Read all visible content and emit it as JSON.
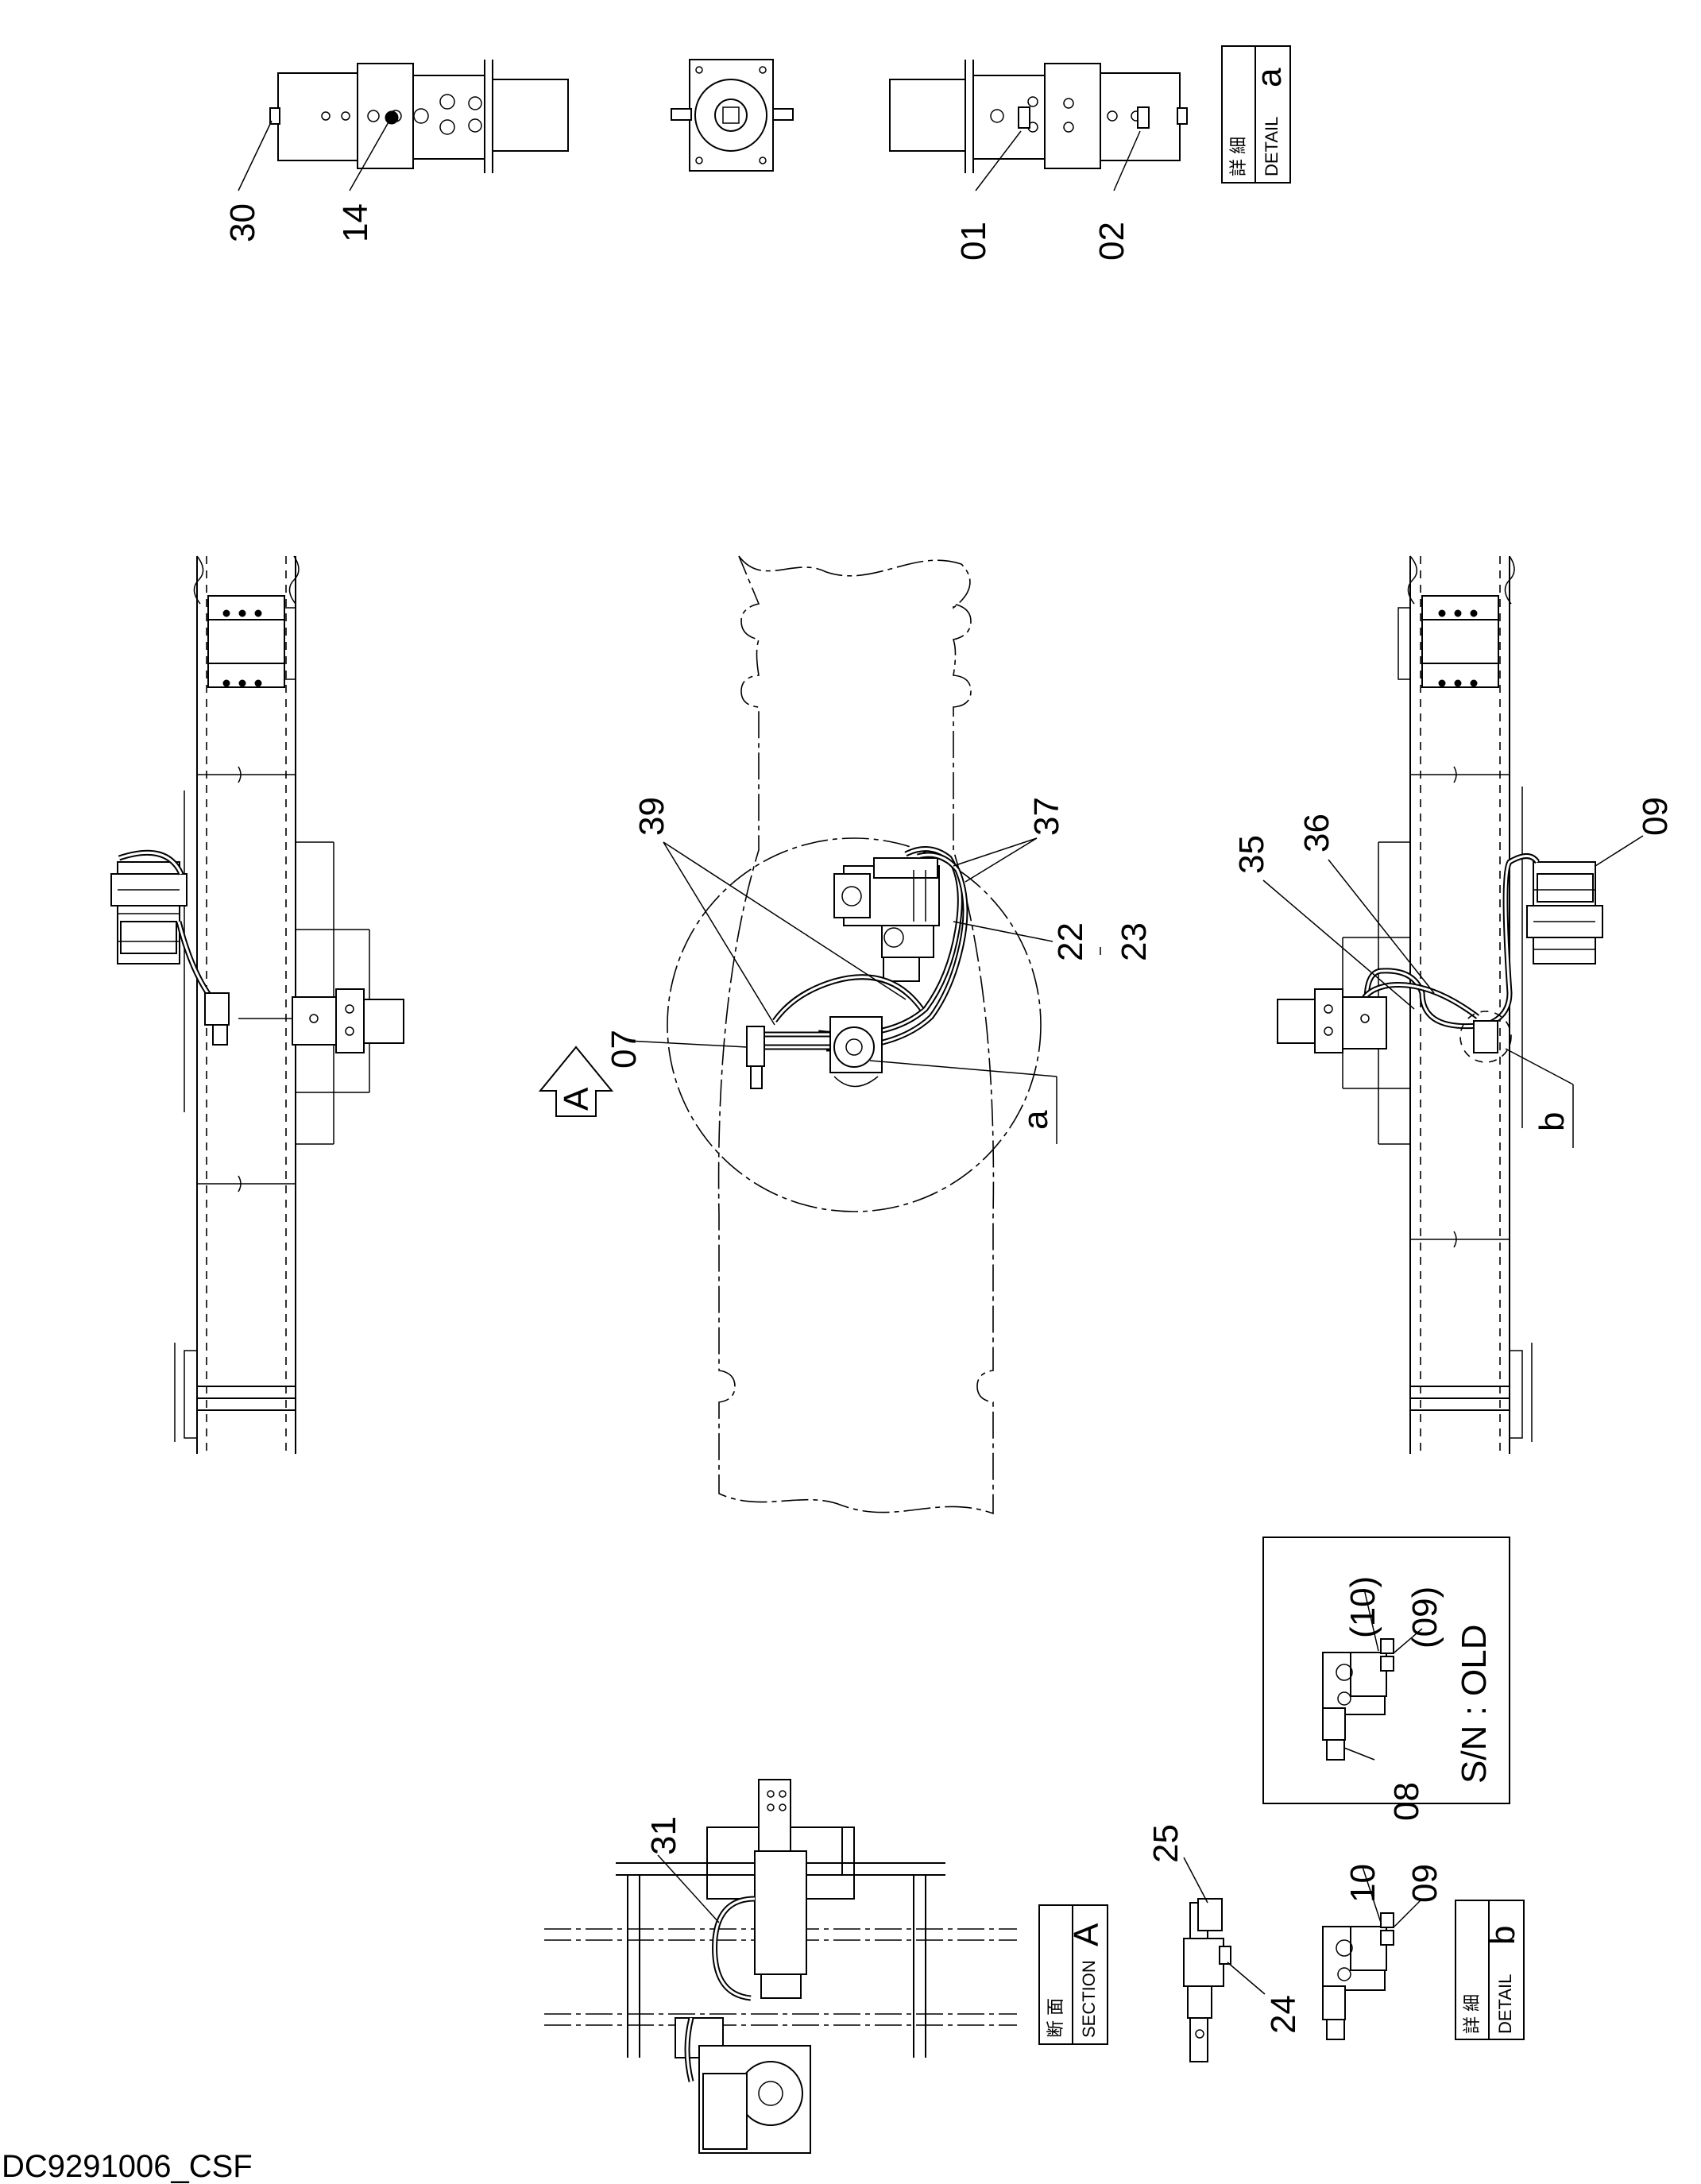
{
  "drawing_code": "DC9291006_CSF",
  "labels": {
    "p30": "30",
    "p14": "14",
    "p01": "01",
    "p02": "02",
    "p39": "39",
    "p37": "37",
    "p22": "22",
    "p23": "23",
    "p07": "07",
    "pa": "a",
    "p35": "35",
    "p36": "36",
    "p09": "09",
    "pb": "b",
    "p31": "31",
    "p25": "25",
    "p24": "24",
    "p10": "10",
    "p09b": "09",
    "p10p": "(10)",
    "p09p": "(09)",
    "p08": "08",
    "sn_old": "S/N : OLD",
    "view_a": "A"
  },
  "detail_a": {
    "jp": "詳 細",
    "en": "DETAIL",
    "letter": "a"
  },
  "detail_b": {
    "jp": "詳 細",
    "en": "DETAIL",
    "letter": "b"
  },
  "section_a": {
    "jp": "断 面",
    "en": "SECTION",
    "letter": "A"
  }
}
